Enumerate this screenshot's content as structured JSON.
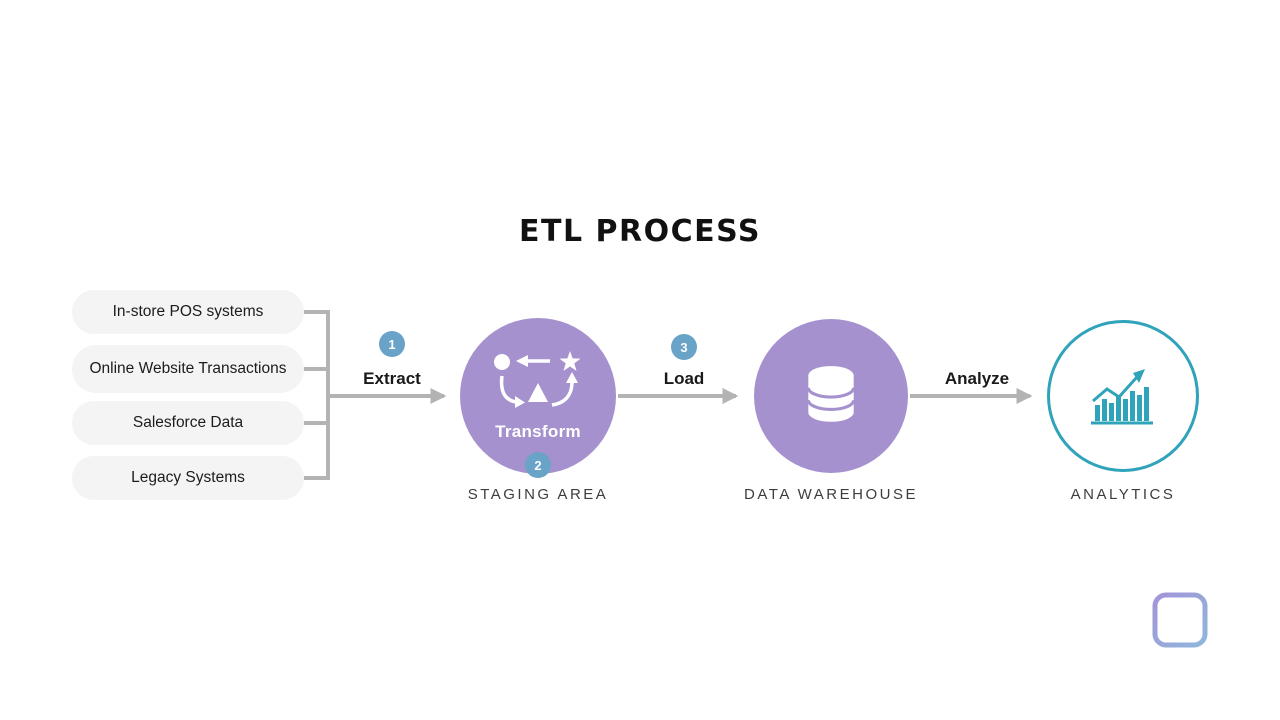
{
  "title": "ETL PROCESS",
  "sources": [
    {
      "label": "In-store POS systems"
    },
    {
      "label": "Online Website Transactions"
    },
    {
      "label": "Salesforce Data"
    },
    {
      "label": "Legacy Systems"
    }
  ],
  "flow": {
    "extract": {
      "badge": "1",
      "label": "Extract"
    },
    "transform": {
      "badge": "2",
      "label": "Transform"
    },
    "load": {
      "badge": "3",
      "label": "Load"
    },
    "analyze": {
      "label": "Analyze"
    }
  },
  "stages": {
    "staging": "STAGING AREA",
    "warehouse": "DATA WAREHOUSE",
    "analytics": "ANALYTICS"
  },
  "colors": {
    "purple": "#a691cf",
    "badge_blue": "#69a3c8",
    "teal": "#2fa3ba",
    "line_gray": "#b3b3b3",
    "pill_bg": "#f4f4f5"
  }
}
